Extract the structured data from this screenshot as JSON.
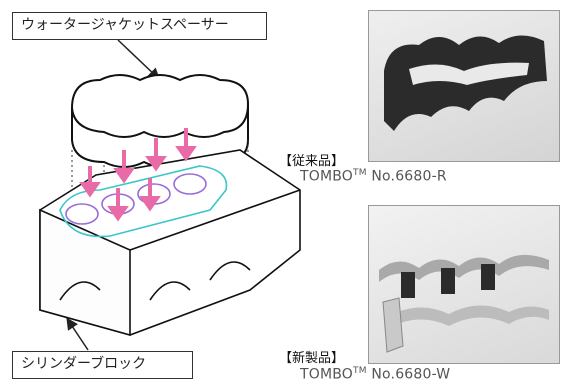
{
  "callouts": {
    "top": "ウォータージャケットスペーサー",
    "bottom": "シリンダーブロック"
  },
  "products": [
    {
      "tag": "【従来品】",
      "name": "TOMBO",
      "mark": "TM",
      "model": " No.6680-R"
    },
    {
      "tag": "【新製品】",
      "name": "TOMBO",
      "mark": "TM",
      "model": " No.6680-W"
    }
  ],
  "colors": {
    "arrow_pink": "#e86aa6",
    "spacer_cyan": "#3cc6c9",
    "bore_purple": "#9a6cd8",
    "old_spacer": "#2b2b2b",
    "new_spacer": "#a9a9a9"
  }
}
